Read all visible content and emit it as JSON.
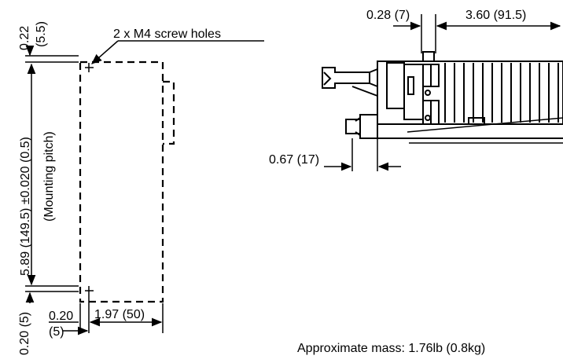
{
  "left_view": {
    "screw_note": "2 x M4 screw holes",
    "top_offset": "0.22",
    "top_offset_mm": "(5.5)",
    "mounting_pitch": "5.89 (149.5) ±0.020 (0.5)",
    "mounting_pitch_note": "(Mounting pitch)",
    "bottom_offset": "0.20 (5)",
    "hole_inset": "0.20",
    "hole_inset_mm": "(5)",
    "width": "1.97 (50)"
  },
  "right_view": {
    "dim_small": "0.28 (7)",
    "dim_length": "3.60 (91.5)",
    "dim_connector": "0.67 (17)"
  },
  "mass_note": "Approximate mass:  1.76lb (0.8kg)"
}
